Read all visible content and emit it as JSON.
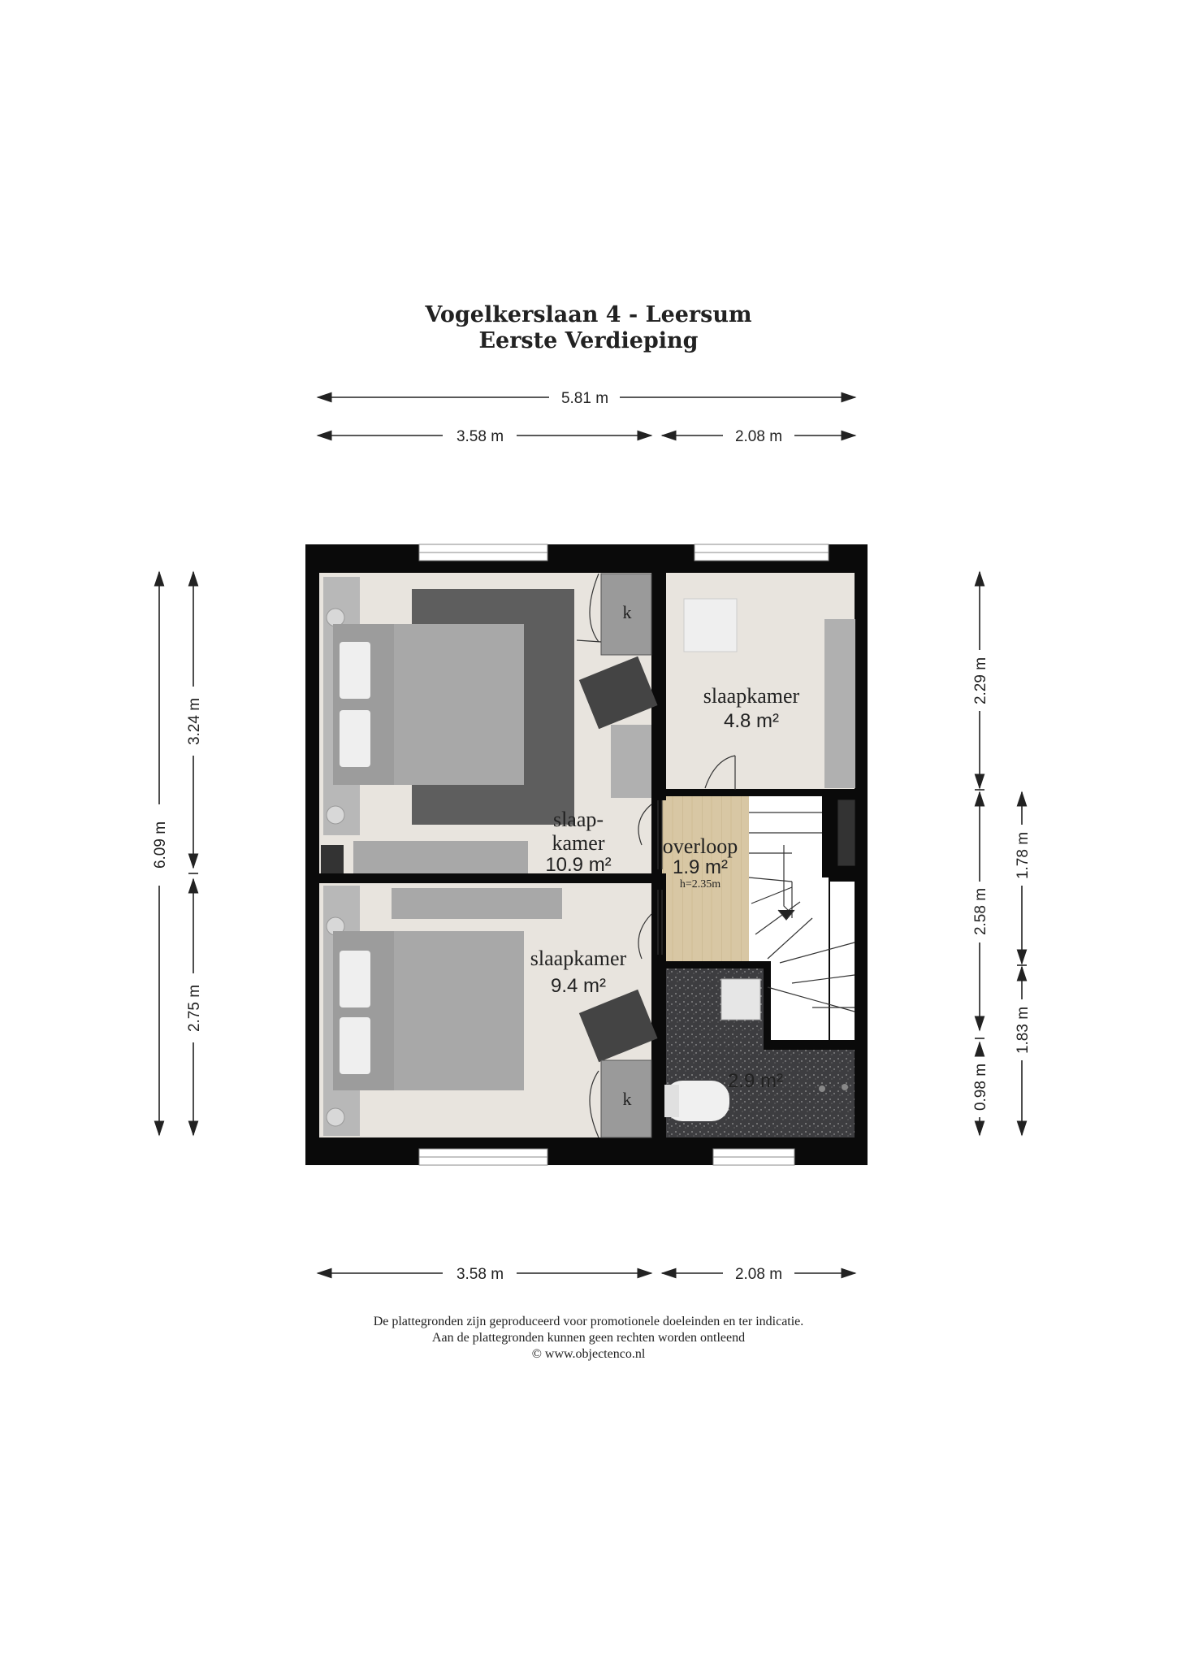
{
  "header": {
    "address": "Vogelkerslaan 4 - Leersum",
    "floor": "Eerste Verdieping"
  },
  "dimensions": {
    "top_total": "5.81 m",
    "top_left": "3.58 m",
    "top_right": "2.08 m",
    "bottom_left": "3.58 m",
    "bottom_right": "2.08 m",
    "left_total": "6.09 m",
    "left_upper": "3.24 m",
    "left_lower": "2.75 m",
    "right_upper": "2.29 m",
    "right_middle": "2.58 m",
    "right_lower": "0.98 m",
    "right_outer_upper": "1.78 m",
    "right_outer_lower": "1.83 m"
  },
  "rooms": {
    "bedroom_large_line1": "slaap-",
    "bedroom_large_line2": "kamer",
    "bedroom_large_area": "10.9 m²",
    "bedroom_small_label": "slaapkamer",
    "bedroom_small_area": "4.8 m²",
    "landing_label": "overloop",
    "landing_area": "1.9 m²",
    "landing_height": "h=2.35m",
    "bedroom_lower_label": "slaapkamer",
    "bedroom_lower_area": "9.4 m²",
    "bathroom_area": "2.9 m²",
    "closet_top": "k",
    "closet_bottom": "k"
  },
  "footer": {
    "line1": "De plattegronden zijn geproduceerd voor promotionele doeleinden en ter indicatie.",
    "line2": "Aan de plattegronden kunnen geen rechten worden ontleend",
    "line3": "© www.objectenco.nl"
  },
  "colors": {
    "wall": "#000000",
    "carpet": "#e8e4de",
    "rug": "#5e5e5e",
    "furniture": "#b3b3b3",
    "wood": "#d9c9a8",
    "terrazzo": "#3d3d40"
  }
}
